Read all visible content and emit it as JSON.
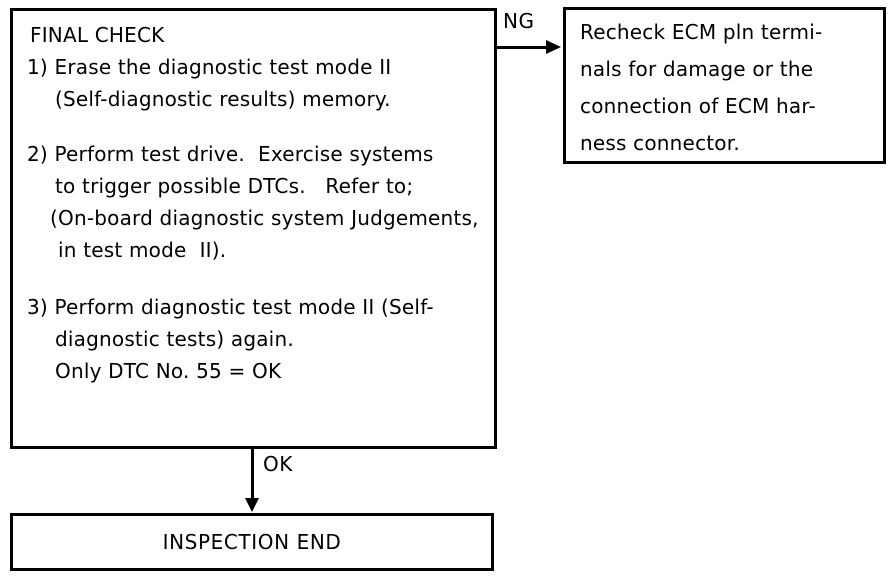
{
  "flowchart": {
    "background": "#ffffff",
    "ink": "#000000",
    "final_check_box": {
      "lines": [
        "FINAL CHECK",
        "1) Erase the diagnostic test mode II",
        "(Self-diagnostic results) memory.",
        "2) Perform test drive.  Exercise systems",
        "to trigger possible DTCs.   Refer to;",
        "(On-board diagnostic system Judgements,",
        "in test mode  II).",
        "3) Perform diagnostic test mode II (Self-",
        "diagnostic tests) again.",
        "Only DTC No. 55 = OK"
      ]
    },
    "connectors": {
      "ng_label": "NG",
      "ok_label": "OK"
    },
    "recheck_box": {
      "lines": [
        "Recheck ECM pln termi-",
        "nals for damage or the",
        "connection of ECM har-",
        "ness connector."
      ]
    },
    "end_box": {
      "label": "INSPECTION END"
    }
  }
}
